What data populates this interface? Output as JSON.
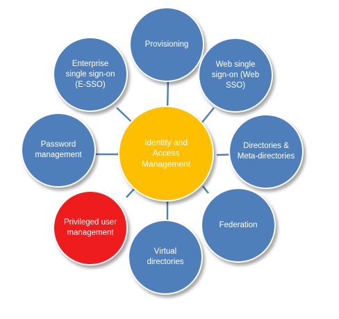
{
  "center": {
    "label": "Identity and Access Management",
    "color": "#fdbf00"
  },
  "nodes": [
    {
      "id": "provisioning",
      "label": "Provisioning",
      "color": "#4f7fbb"
    },
    {
      "id": "web-sso",
      "label": "Web single sign-on (Web SSO)",
      "color": "#4f7fbb"
    },
    {
      "id": "directories",
      "label": "Directories & Meta-directories",
      "color": "#4f7fbb"
    },
    {
      "id": "federation",
      "label": "Federation",
      "color": "#4f7fbb"
    },
    {
      "id": "virtual-directories",
      "label": "Virtual directories",
      "color": "#4f7fbb"
    },
    {
      "id": "privileged-user",
      "label": "Privileged user management",
      "color": "#ee1c1c"
    },
    {
      "id": "password-management",
      "label": "Password management",
      "color": "#4f7fbb"
    },
    {
      "id": "e-sso",
      "label": "Enterprise single sign-on (E-SSO)",
      "color": "#4f7fbb"
    }
  ],
  "connector_color": "#4f7fbb"
}
